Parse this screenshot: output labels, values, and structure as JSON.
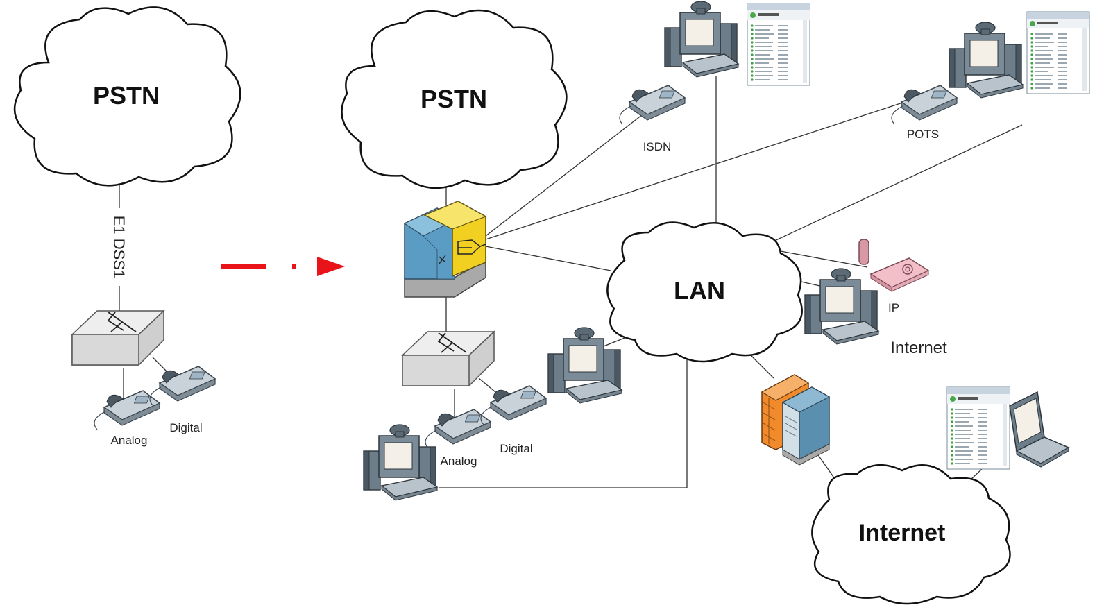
{
  "clouds": {
    "pstn_left": "PSTN",
    "pstn_right": "PSTN",
    "lan": "LAN",
    "internet": "Internet"
  },
  "links": {
    "e1_dss1": "E1 DSS1"
  },
  "labels": {
    "analog_left": "Analog",
    "digital_left": "Digital",
    "analog_right": "Analog",
    "digital_right": "Digital",
    "isdn": "ISDN",
    "pots": "POTS",
    "ip": "IP",
    "internet_text": "Internet"
  },
  "colors": {
    "arrow": "#e8141a",
    "gateway_blue": "#5b9cc4",
    "gateway_yellow": "#f2d022",
    "firewall_orange": "#f08a2a",
    "server_blue": "#5a8fb0",
    "phone_pink": "#f2bfc9"
  },
  "icons": [
    "cloud-icon",
    "switch-icon",
    "gateway-icon",
    "phone-icon",
    "workstation-icon",
    "firewall-icon",
    "server-icon",
    "ip-phone-icon",
    "laptop-icon",
    "software-window-icon",
    "arrow-icon"
  ]
}
